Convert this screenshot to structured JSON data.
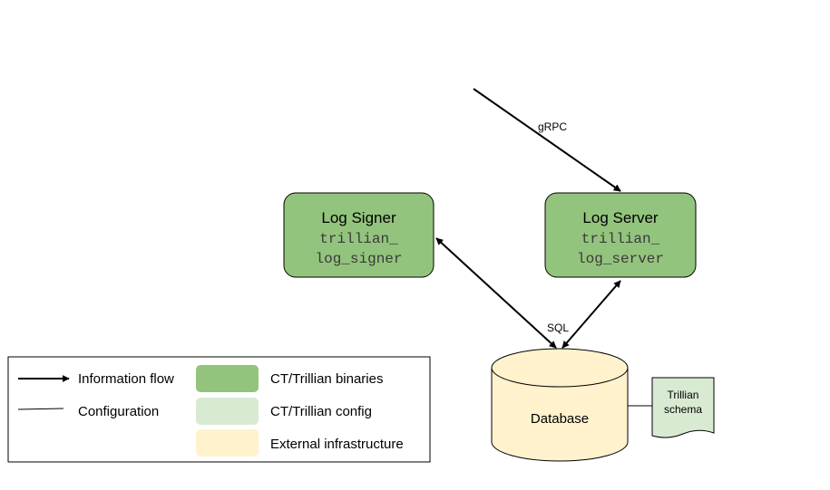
{
  "diagram": {
    "log_signer": {
      "title": "Log Signer",
      "code_line1": "trillian_",
      "code_line2": "log_signer"
    },
    "log_server": {
      "title": "Log Server",
      "code_line1": "trillian_",
      "code_line2": "log_server"
    },
    "database": {
      "label": "Database"
    },
    "schema": {
      "line1": "Trillian",
      "line2": "schema"
    },
    "edges": {
      "grpc_label": "gRPC",
      "sql_label": "SQL"
    }
  },
  "legend": {
    "information_flow": "Information flow",
    "configuration": "Configuration",
    "binaries": "CT/Trillian binaries",
    "config": "CT/Trillian config",
    "external": "External infrastructure"
  },
  "colors": {
    "binaries": "#93c47d",
    "config": "#d9ead3",
    "external": "#fff2cc"
  }
}
